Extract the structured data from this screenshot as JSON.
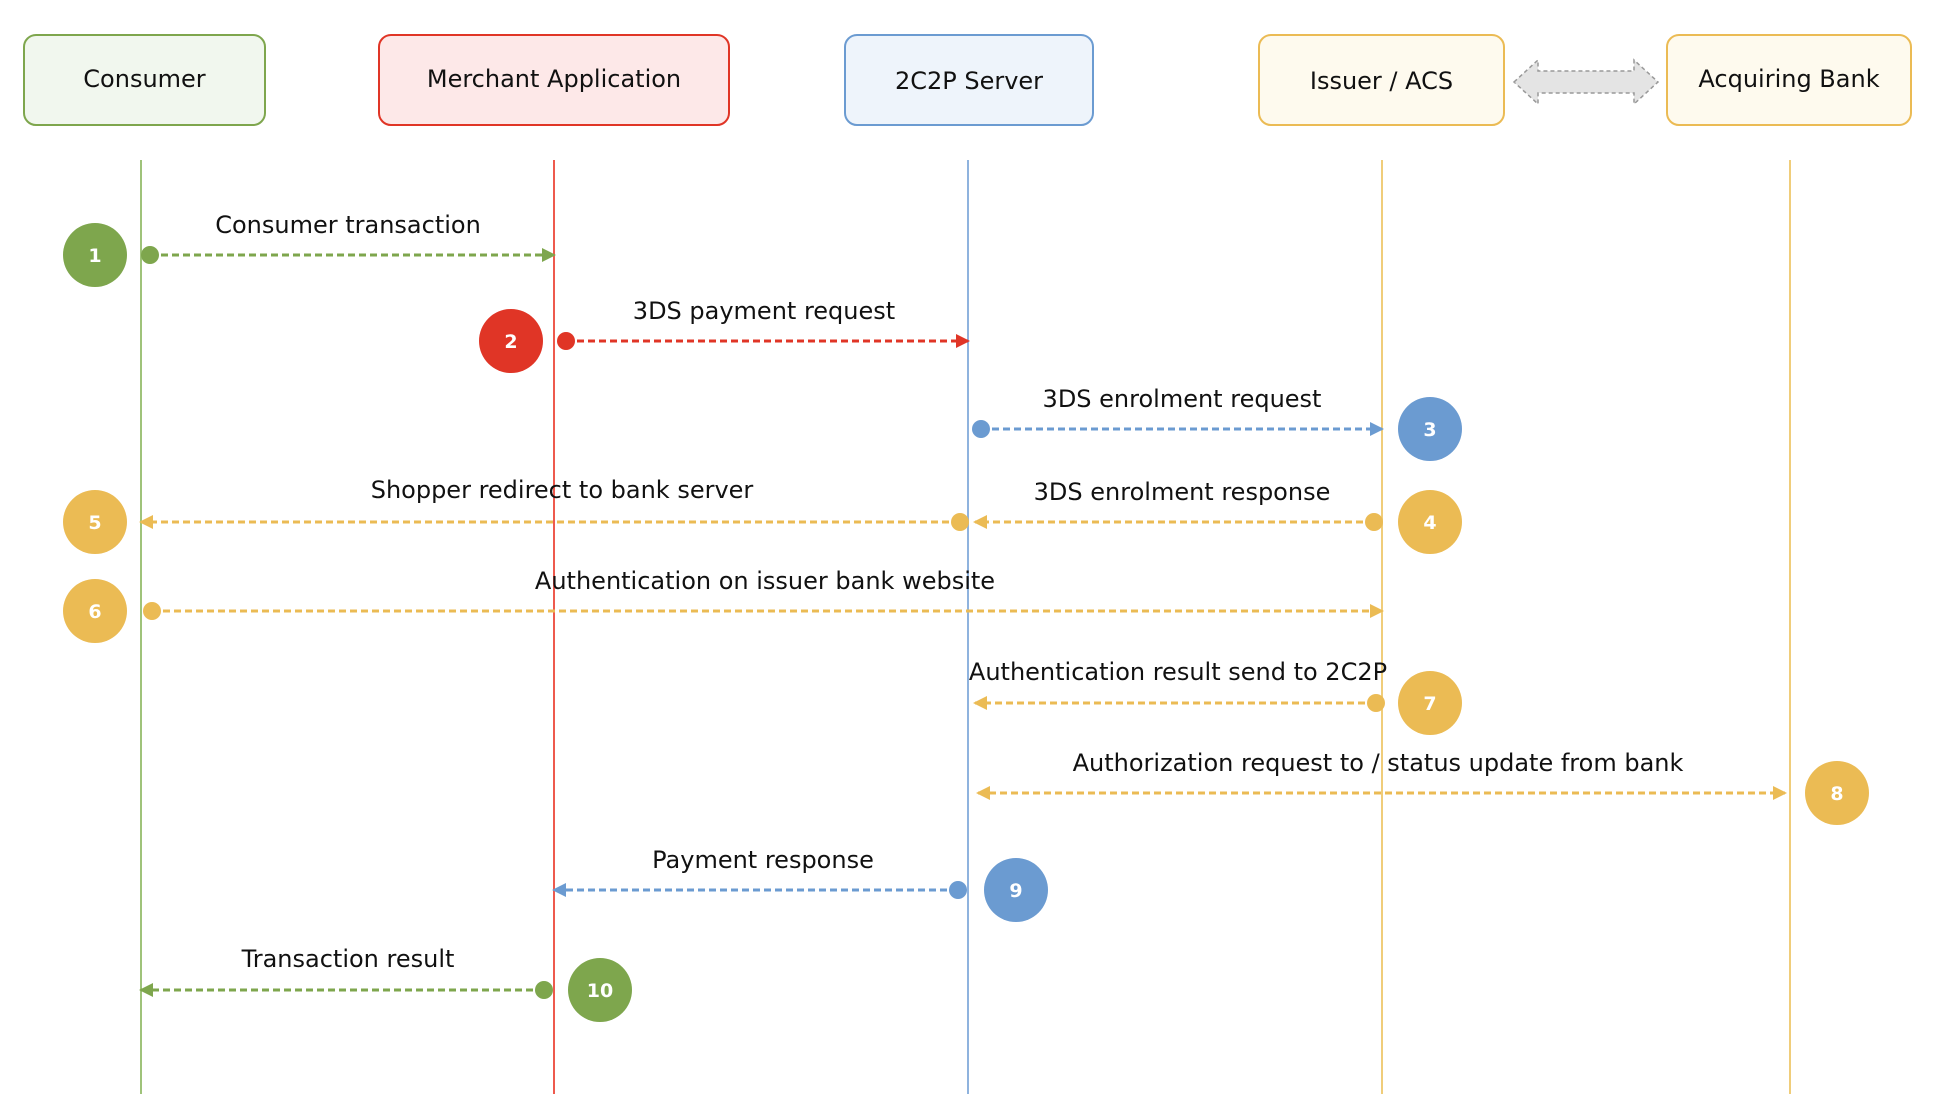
{
  "colors": {
    "green": "#7ea64d",
    "red": "#e03526",
    "blue": "#6b9bd1",
    "yellow": "#ebbb54",
    "green_fill": "#f1f7ee",
    "red_fill": "#fde8e8",
    "blue_fill": "#eef4fb",
    "yellow_fill": "#fefaee"
  },
  "actors": [
    {
      "id": "consumer",
      "label": "Consumer",
      "color": "green"
    },
    {
      "id": "merchant",
      "label": "Merchant Application",
      "color": "red"
    },
    {
      "id": "server",
      "label": "2C2P Server",
      "color": "blue"
    },
    {
      "id": "issuer",
      "label": "Issuer / ACS",
      "color": "yellow"
    },
    {
      "id": "acquirer",
      "label": "Acquiring Bank",
      "color": "yellow"
    }
  ],
  "messages": [
    {
      "step": "1",
      "label": "Consumer transaction",
      "from": "consumer",
      "to": "merchant",
      "color": "green"
    },
    {
      "step": "2",
      "label": "3DS payment request",
      "from": "merchant",
      "to": "server",
      "color": "red"
    },
    {
      "step": "3",
      "label": "3DS enrolment request",
      "from": "server",
      "to": "issuer",
      "color": "blue"
    },
    {
      "step": "4",
      "label": "3DS enrolment response",
      "from": "issuer",
      "to": "server",
      "color": "yellow"
    },
    {
      "step": "5",
      "label": "Shopper redirect to bank server",
      "from": "server",
      "to": "consumer",
      "color": "yellow"
    },
    {
      "step": "6",
      "label": "Authentication on issuer bank website",
      "from": "consumer",
      "to": "issuer",
      "color": "yellow"
    },
    {
      "step": "7",
      "label": "Authentication result send to 2C2P",
      "from": "issuer",
      "to": "server",
      "color": "yellow"
    },
    {
      "step": "8",
      "label": "Authorization request to / status update from bank",
      "from": "server",
      "to": "acquirer",
      "color": "yellow",
      "bidirectional": true
    },
    {
      "step": "9",
      "label": "Payment response",
      "from": "server",
      "to": "merchant",
      "color": "blue"
    },
    {
      "step": "10",
      "label": "Transaction result",
      "from": "merchant",
      "to": "consumer",
      "color": "green"
    }
  ]
}
